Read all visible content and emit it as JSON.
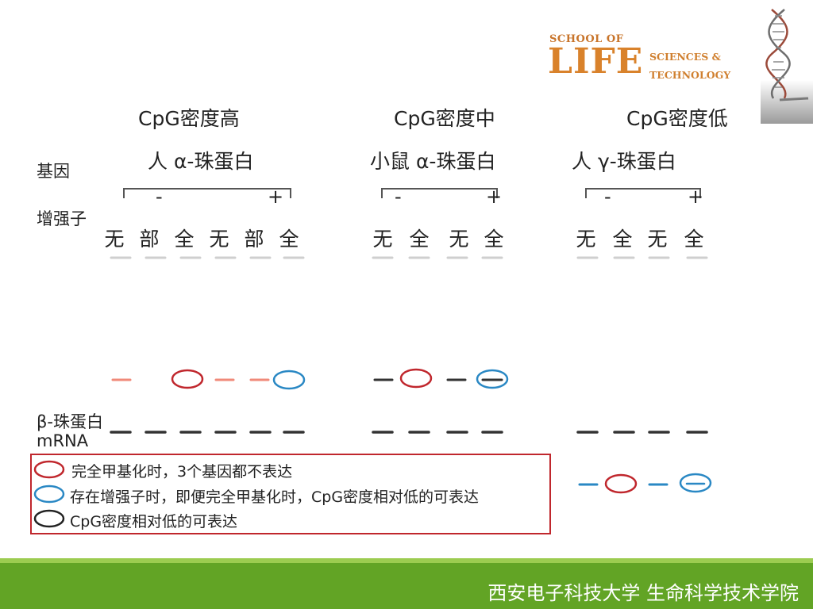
{
  "logo": {
    "school_of": "SCHOOL OF",
    "life": "LIFE",
    "sciences": "SCIENCES &",
    "technology": "TECHNOLOGY"
  },
  "groups": [
    {
      "header": "CpG密度高",
      "gene": "人 α-珠蛋白",
      "minus": "-",
      "plus": "+",
      "lanes": [
        "无",
        "部",
        "全",
        "无",
        "部",
        "全"
      ]
    },
    {
      "header": "CpG密度中",
      "gene": "小鼠 α-珠蛋白",
      "minus": "-",
      "plus": "+",
      "lanes": [
        "无",
        "全",
        "无",
        "全"
      ]
    },
    {
      "header": "CpG密度低",
      "gene": "人 γ-珠蛋白",
      "minus": "-",
      "plus": "+",
      "lanes": [
        "无",
        "全",
        "无",
        "全"
      ]
    }
  ],
  "labels": {
    "gene": "基因",
    "enhancer": "增强子",
    "beta_globin": "β-珠蛋白",
    "mrna": "mRNA"
  },
  "legend": [
    {
      "text": "完全甲基化时，3个基因都不表达",
      "color": "#c0272d"
    },
    {
      "text": "存在增强子时，即便完全甲基化时，CpG密度相对低的可表达",
      "color": "#2a88c4"
    },
    {
      "text": "CpG密度相对低的可表达",
      "color": "#222222"
    }
  ],
  "colors": {
    "red_band": "#f08a7a",
    "red_circle": "#c0272d",
    "blue_circle": "#2a88c4",
    "dark_band": "#333333",
    "faint_band": "#cfcfcf",
    "footer_green": "#62a425"
  },
  "footer": {
    "text": "西安电子科技大学  生命科学技术学院"
  }
}
